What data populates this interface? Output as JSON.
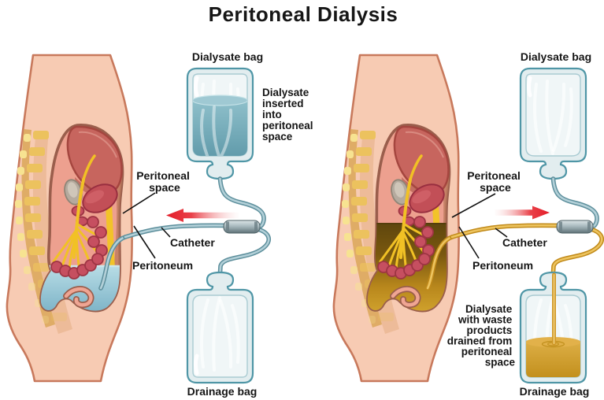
{
  "title": "Peritoneal Dialysis",
  "colors": {
    "skin": "#f7cbb3",
    "skin_outline": "#c8795c",
    "cavity_fill": "#eda08f",
    "cavity_outline": "#9a5e4c",
    "dialysate_fluid": "#7fb6c8",
    "waste_fluid": "#c79122",
    "tube_teal": "#9dc0c9",
    "tube_yellow": "#e5b94d",
    "arrow_red": "#e41c28",
    "bag_outline": "#4f96a6",
    "mesentery_yellow": "#f1c125",
    "text": "#151515"
  },
  "left_panel": {
    "dialysate_bag_label": "Dialysate bag",
    "annotation_lines": [
      "Dialysate",
      "inserted",
      "into",
      "peritoneal",
      "space"
    ],
    "peritoneal_space_lines": [
      "Peritoneal",
      "space"
    ],
    "catheter_label": "Catheter",
    "peritoneum_label": "Peritoneum",
    "drainage_bag_label": "Drainage bag"
  },
  "right_panel": {
    "dialysate_bag_label": "Dialysate bag",
    "annotation_lines": [
      "Dialysate",
      "with waste",
      "products",
      "drained from",
      "peritoneal",
      "space"
    ],
    "peritoneal_space_lines": [
      "Peritoneal",
      "space"
    ],
    "catheter_label": "Catheter",
    "peritoneum_label": "Peritoneum",
    "drainage_bag_label": "Drainage bag"
  }
}
